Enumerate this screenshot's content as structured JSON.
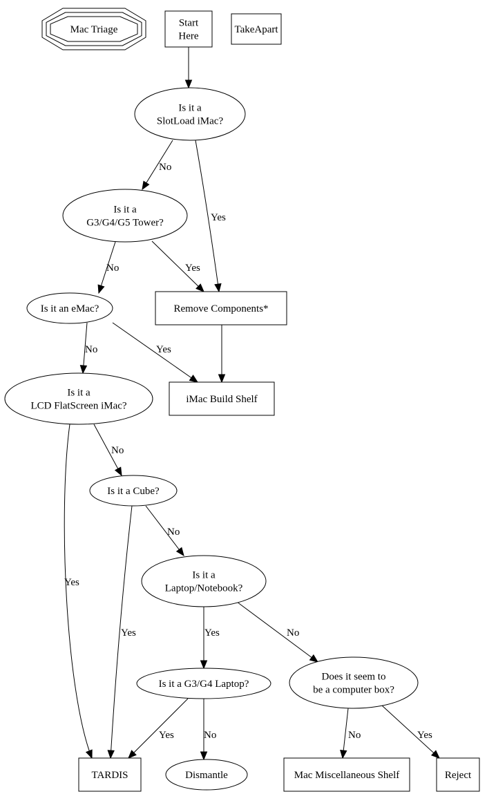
{
  "title": "Mac Triage",
  "nodes": {
    "mac_triage": {
      "lines": [
        "Mac Triage"
      ],
      "shape": "tripleoctagon"
    },
    "start": {
      "lines": [
        "Start",
        "Here"
      ],
      "shape": "box"
    },
    "takeapart": {
      "lines": [
        "TakeApart"
      ],
      "shape": "box"
    },
    "slotload": {
      "lines": [
        "Is it a",
        "SlotLoad iMac?"
      ],
      "shape": "ellipse"
    },
    "tower": {
      "lines": [
        "Is it a",
        "G3/G4/G5 Tower?"
      ],
      "shape": "ellipse"
    },
    "remove": {
      "lines": [
        "Remove Components*"
      ],
      "shape": "box"
    },
    "emac": {
      "lines": [
        "Is it an eMac?"
      ],
      "shape": "ellipse"
    },
    "buildshelf": {
      "lines": [
        "iMac Build Shelf"
      ],
      "shape": "box"
    },
    "lcd": {
      "lines": [
        "Is it a",
        "LCD FlatScreen iMac?"
      ],
      "shape": "ellipse"
    },
    "cube": {
      "lines": [
        "Is it a Cube?"
      ],
      "shape": "ellipse"
    },
    "laptop": {
      "lines": [
        "Is it a",
        "Laptop/Notebook?"
      ],
      "shape": "ellipse"
    },
    "g3g4": {
      "lines": [
        "Is it a G3/G4 Laptop?"
      ],
      "shape": "ellipse"
    },
    "computerbox": {
      "lines": [
        "Does it seem to",
        "be a computer box?"
      ],
      "shape": "ellipse"
    },
    "tardis": {
      "lines": [
        "TARDIS"
      ],
      "shape": "box"
    },
    "dismantle": {
      "lines": [
        "Dismantle"
      ],
      "shape": "ellipse"
    },
    "miscshelf": {
      "lines": [
        "Mac Miscellaneous Shelf"
      ],
      "shape": "box"
    },
    "reject": {
      "lines": [
        "Reject"
      ],
      "shape": "box"
    }
  },
  "edges": [
    {
      "id": "start-slotload",
      "from": "start",
      "to": "slotload",
      "label": ""
    },
    {
      "id": "slotload-tower",
      "from": "slotload",
      "to": "tower",
      "label": "No"
    },
    {
      "id": "slotload-remove",
      "from": "slotload",
      "to": "remove",
      "label": "Yes"
    },
    {
      "id": "tower-emac",
      "from": "tower",
      "to": "emac",
      "label": "No"
    },
    {
      "id": "tower-remove",
      "from": "tower",
      "to": "remove",
      "label": "Yes"
    },
    {
      "id": "emac-lcd",
      "from": "emac",
      "to": "lcd",
      "label": "No"
    },
    {
      "id": "emac-buildshelf",
      "from": "emac",
      "to": "buildshelf",
      "label": "Yes"
    },
    {
      "id": "remove-buildshelf",
      "from": "remove",
      "to": "buildshelf",
      "label": ""
    },
    {
      "id": "lcd-cube",
      "from": "lcd",
      "to": "cube",
      "label": "No"
    },
    {
      "id": "lcd-tardis",
      "from": "lcd",
      "to": "tardis",
      "label": "Yes"
    },
    {
      "id": "cube-laptop",
      "from": "cube",
      "to": "laptop",
      "label": "No"
    },
    {
      "id": "cube-tardis",
      "from": "cube",
      "to": "tardis",
      "label": "Yes"
    },
    {
      "id": "laptop-g3g4",
      "from": "laptop",
      "to": "g3g4",
      "label": "Yes"
    },
    {
      "id": "laptop-computerbox",
      "from": "laptop",
      "to": "computerbox",
      "label": "No"
    },
    {
      "id": "g3g4-tardis",
      "from": "g3g4",
      "to": "tardis",
      "label": "Yes"
    },
    {
      "id": "g3g4-dismantle",
      "from": "g3g4",
      "to": "dismantle",
      "label": "No"
    },
    {
      "id": "computerbox-miscshelf",
      "from": "computerbox",
      "to": "miscshelf",
      "label": "No"
    },
    {
      "id": "computerbox-reject",
      "from": "computerbox",
      "to": "reject",
      "label": "Yes"
    }
  ]
}
